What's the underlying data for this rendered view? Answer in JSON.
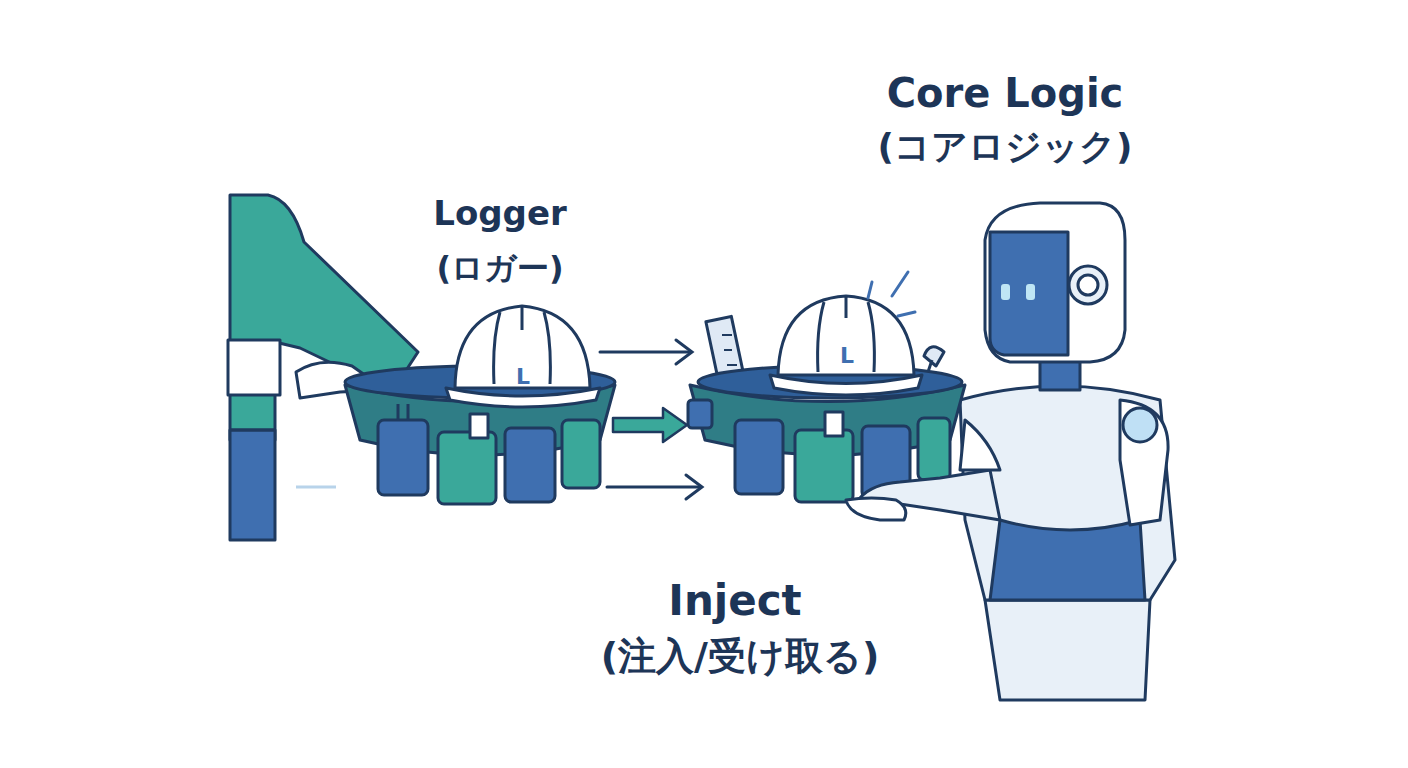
{
  "diagram": {
    "nodes": [
      {
        "text": [
          "Logger",
          "(ロガー)"
        ]
      },
      {
        "text": [
          "Core Logic",
          "(コアロジック)"
        ]
      }
    ],
    "edges": [
      {
        "from": 0,
        "to": 1,
        "arrow": "to"
      }
    ],
    "labels": [
      "L",
      "L",
      "Inject",
      "(注入/受け取る)"
    ]
  }
}
